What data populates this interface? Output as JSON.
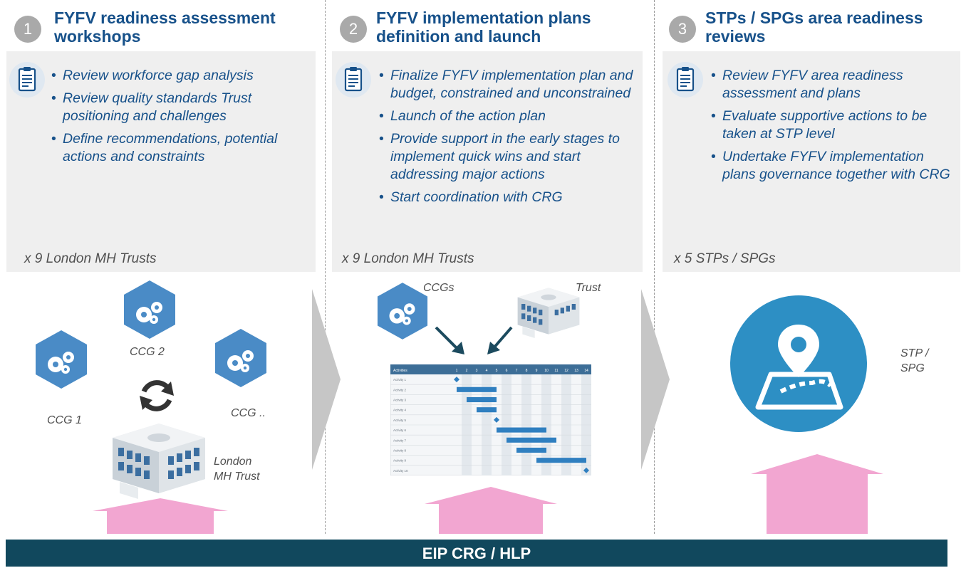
{
  "columns": [
    {
      "number": "1",
      "title_lines": [
        "FYFV readiness assessment",
        "workshops"
      ],
      "bullets": [
        "Review workforce gap analysis",
        "Review quality standards Trust positioning and challenges",
        "Define recommendations, potential actions and constraints"
      ],
      "count": "x 9 London MH Trusts"
    },
    {
      "number": "2",
      "title_lines": [
        "FYFV implementation plans",
        "definition and launch"
      ],
      "bullets": [
        "Finalize FYFV implementation plan and budget, constrained and unconstrained",
        "Launch of the action plan",
        "Provide support in the early stages to implement quick wins and start addressing major actions",
        "Start coordination with CRG"
      ],
      "count": "x 9 London MH Trusts"
    },
    {
      "number": "3",
      "title_lines": [
        "STPs / SPGs area readiness",
        "reviews"
      ],
      "bullets": [
        "Review FYFV area readiness assessment and plans",
        "Evaluate supportive actions to be taken at STP level",
        "Undertake FYFV implementation plans governance together with CRG"
      ],
      "count": "x 5 STPs / SPGs"
    }
  ],
  "diagram1": {
    "ccg1": "CCG 1",
    "ccg2": "CCG 2",
    "ccg3": "CCG ..",
    "trust_line1": "London",
    "trust_line2": "MH Trust"
  },
  "diagram2": {
    "ccgs": "CCGs",
    "trust": "Trust",
    "gantt": {
      "header": "Activities",
      "columns": [
        "1",
        "2",
        "3",
        "4",
        "5",
        "6",
        "7",
        "8",
        "9",
        "10",
        "11",
        "12",
        "13",
        "14"
      ],
      "rows": [
        "Activity 1",
        "Activity 2",
        "Activity 3",
        "Activity 4",
        "Activity 5",
        "Activity 6",
        "Activity 7",
        "Activity 8",
        "Activity 9",
        "Activity 10"
      ],
      "bars": [
        {
          "type": "milestone",
          "at": 1
        },
        {
          "type": "bar",
          "start": 1,
          "end": 5
        },
        {
          "type": "bar",
          "start": 2,
          "end": 5
        },
        {
          "type": "bar",
          "start": 3,
          "end": 5
        },
        {
          "type": "milestone",
          "at": 5
        },
        {
          "type": "bar",
          "start": 5,
          "end": 10
        },
        {
          "type": "bar",
          "start": 6,
          "end": 11
        },
        {
          "type": "bar",
          "start": 7,
          "end": 10
        },
        {
          "type": "bar",
          "start": 9,
          "end": 14
        },
        {
          "type": "milestone",
          "at": 14
        }
      ]
    }
  },
  "diagram3": {
    "label_line1": "STP /",
    "label_line2": "SPG"
  },
  "footer": "EIP CRG / HLP",
  "colors": {
    "title": "#17518a",
    "hex_blue": "#4a8bc6",
    "circle_blue": "#2d8fc4",
    "pink_arrow": "#f2a6d1",
    "footer_bg": "#11485d",
    "grey_box": "#efefef"
  },
  "icons": [
    "clipboard-icon",
    "gears-icon",
    "refresh-icon",
    "hospital-icon",
    "map-pin-icon",
    "down-arrow-icon",
    "chevron-right-icon"
  ]
}
